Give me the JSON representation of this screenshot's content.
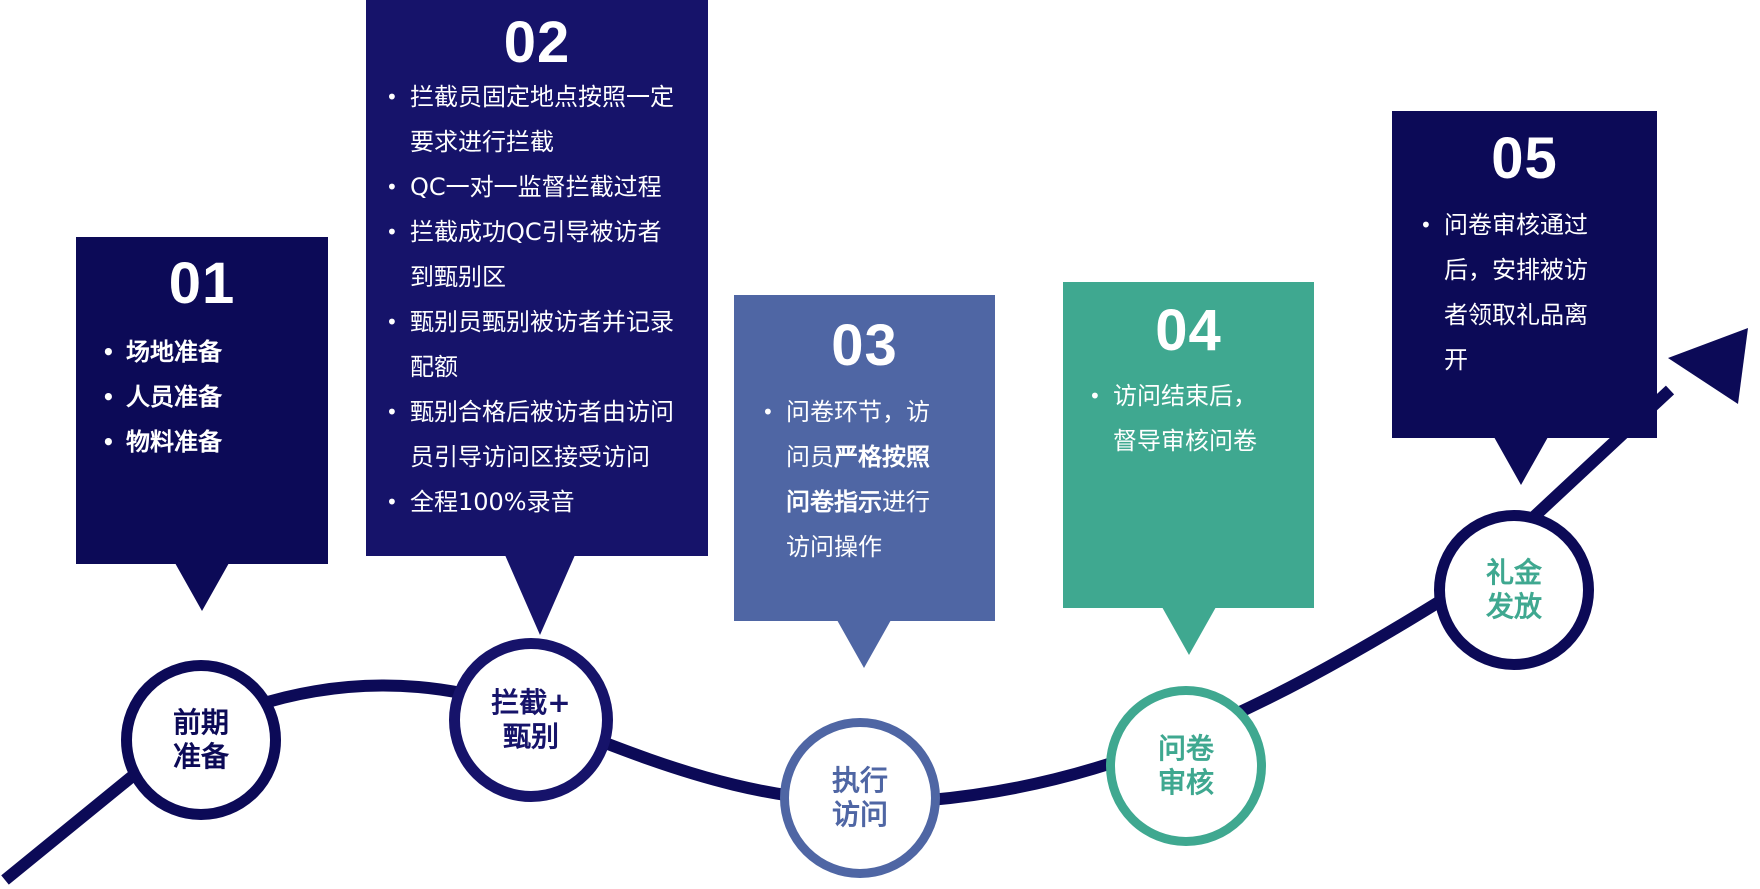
{
  "colors": {
    "navy": "#0c0a57",
    "navy2": "#16136a",
    "blue": "#4f66a4",
    "teal": "#3fa890",
    "curve": "#0c0a57"
  },
  "steps": [
    {
      "num": "01",
      "node": [
        "前期",
        "准备"
      ],
      "items": [
        [
          "场地准备"
        ],
        [
          "人员准备"
        ],
        [
          "物料准备"
        ]
      ]
    },
    {
      "num": "02",
      "node": [
        "拦截+",
        "甄别"
      ],
      "items": [
        [
          "拦截员固定地点按照一定",
          "要求进行拦截"
        ],
        [
          "QC一对一监督拦截过程"
        ],
        [
          "拦截成功QC引导被访者",
          "到甄别区"
        ],
        [
          "甄别员甄别被访者并记录",
          "配额"
        ],
        [
          "甄别合格后被访者由访问",
          "员引导访问区接受访问"
        ],
        [
          "全程100%录音"
        ]
      ]
    },
    {
      "num": "03",
      "node": [
        "执行",
        "访问"
      ],
      "line1": "问卷环节，访",
      "line2_pre": "问员",
      "line2_bold": "严格按照",
      "line3_bold": "问卷指示",
      "line3_post": "进行",
      "line4": "访问操作"
    },
    {
      "num": "04",
      "node": [
        "问卷",
        "审核"
      ],
      "items": [
        [
          "访问结束后，",
          "督导审核问卷"
        ]
      ]
    },
    {
      "num": "05",
      "node": [
        "礼金",
        "发放"
      ],
      "items": [
        [
          "问卷审核通过",
          "后，安排被访",
          "者领取礼品离",
          "开"
        ]
      ]
    }
  ]
}
